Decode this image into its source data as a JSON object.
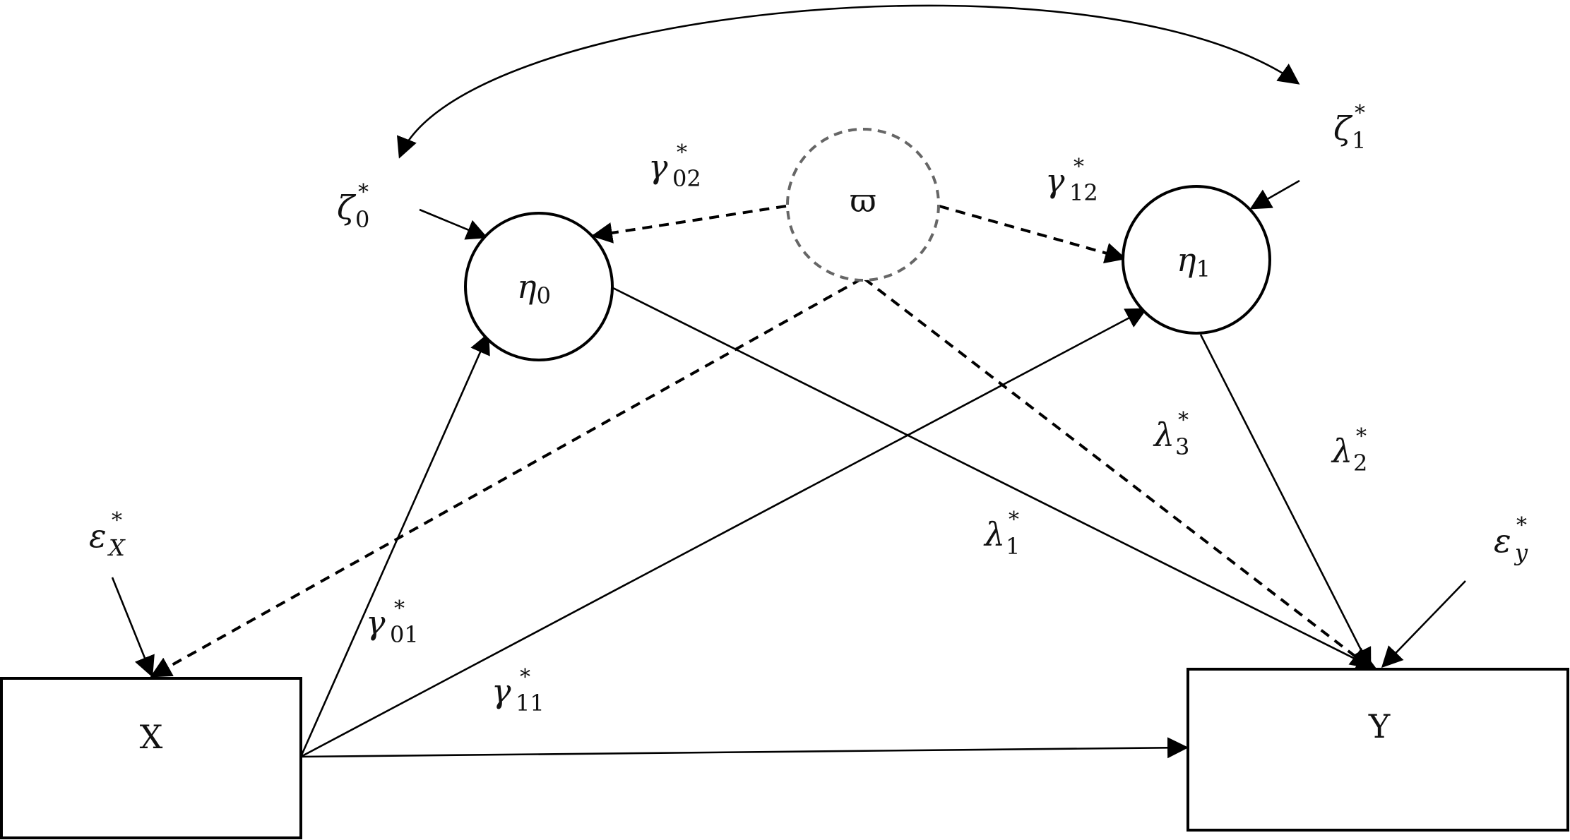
{
  "nodes": {
    "x": {
      "label": "X"
    },
    "y": {
      "label": "Y"
    },
    "eta0": {
      "symbol": "η",
      "sub": "0"
    },
    "eta1": {
      "symbol": "η",
      "sub": "1"
    },
    "omega": {
      "label": "ϖ"
    }
  },
  "labels": {
    "zeta0": {
      "symbol": "ζ",
      "sub": "0",
      "sup": "*"
    },
    "zeta1": {
      "symbol": "ζ",
      "sub": "1",
      "sup": "*"
    },
    "gamma02": {
      "symbol": "γ",
      "sub": "02",
      "sup": "*"
    },
    "gamma12": {
      "symbol": "γ",
      "sub": "12",
      "sup": "*"
    },
    "gamma01": {
      "symbol": "γ",
      "sub": "01",
      "sup": "*"
    },
    "gamma11": {
      "symbol": "γ",
      "sub": "11",
      "sup": "*"
    },
    "lambda1": {
      "symbol": "λ",
      "sub": "1",
      "sup": "*"
    },
    "lambda2": {
      "symbol": "λ",
      "sub": "2",
      "sup": "*"
    },
    "lambda3": {
      "symbol": "λ",
      "sub": "3",
      "sup": "*"
    },
    "epsx": {
      "symbol": "ε",
      "sub": "X",
      "sup": "*"
    },
    "epsy": {
      "symbol": "ε",
      "sub": "y",
      "sup": "*"
    }
  }
}
